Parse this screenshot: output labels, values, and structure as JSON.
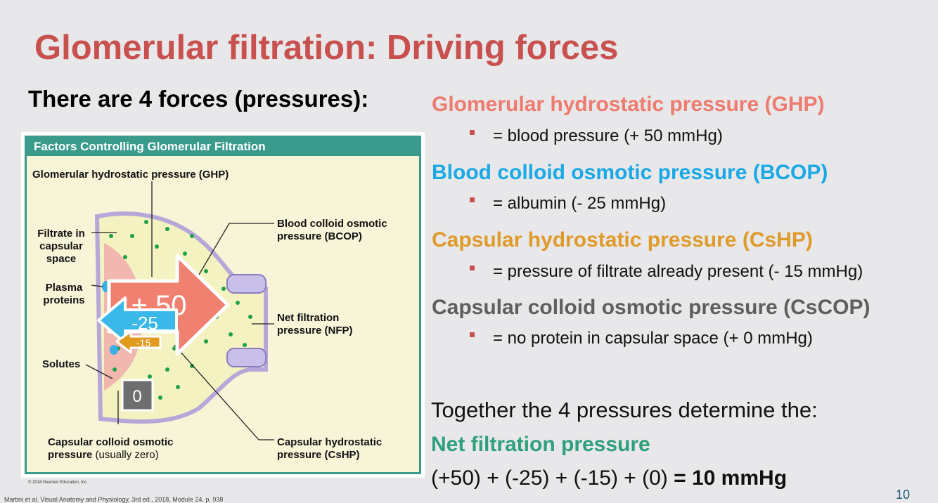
{
  "slide": {
    "title": "Glomerular filtration: Driving forces",
    "subtitle": "There are 4 forces (pressures):",
    "page_number": "10",
    "citation": "Martini et al. Visual Anatomy and Physiology, 3rd ed., 2018, Module 24, p. 938"
  },
  "figure": {
    "header": "Factors Controlling Glomerular Filtration",
    "labels": {
      "ghp": "Glomerular hydrostatic pressure (GHP)",
      "filtrate_line1": "Filtrate in",
      "filtrate_line2": "capsular",
      "filtrate_line3": "space",
      "plasma_line1": "Plasma",
      "plasma_line2": "proteins",
      "solutes": "Solutes",
      "cscop_line1": "Capsular colloid osmotic",
      "cscop_line2_bold": "pressure",
      "cscop_line2_normal": " (usually zero)",
      "bcop_line1": "Blood colloid osmotic",
      "bcop_line2": "pressure (BCOP)",
      "nfp_line1": "Net filtration",
      "nfp_line2": "pressure (NFP)",
      "cshp_line1": "Capsular hydrostatic",
      "cshp_line2": "pressure (CsHP)"
    },
    "arrows": {
      "ghp_value": "+ 50",
      "bcop_value": "-25",
      "cshp_value": "-15",
      "cscop_value": "0"
    },
    "copyright": "© 2018 Pearson Education, Inc.",
    "colors": {
      "ghp_arrow": "#f08070",
      "bcop_arrow": "#3ab8e8",
      "cshp_arrow": "#e09a1e",
      "cscop_box": "#6e6e6e",
      "header": "#3a9a8c"
    }
  },
  "forces": [
    {
      "heading": "Glomerular hydrostatic pressure (GHP)",
      "detail": "= blood pressure (+ 50 mmHg)",
      "color": "#ee7b6f"
    },
    {
      "heading": "Blood colloid osmotic pressure (BCOP)",
      "detail": "= albumin (- 25 mmHg)",
      "color": "#19a9e6"
    },
    {
      "heading": "Capsular hydrostatic pressure (CsHP)",
      "detail": "= pressure of filtrate already present (- 15 mmHg)",
      "color": "#e09a2a"
    },
    {
      "heading": "Capsular colloid osmotic pressure (CsCOP)",
      "detail": "= no protein in capsular space (+ 0 mmHg)",
      "color": "#5f5f5f"
    }
  ],
  "summary": {
    "together": "Together the 4 pressures determine the:",
    "nfp_heading": "Net filtration pressure",
    "equation_prefix": "(+50) + (-25) + (-15) + (0) ",
    "equation_result": "= 10 mmHg"
  }
}
